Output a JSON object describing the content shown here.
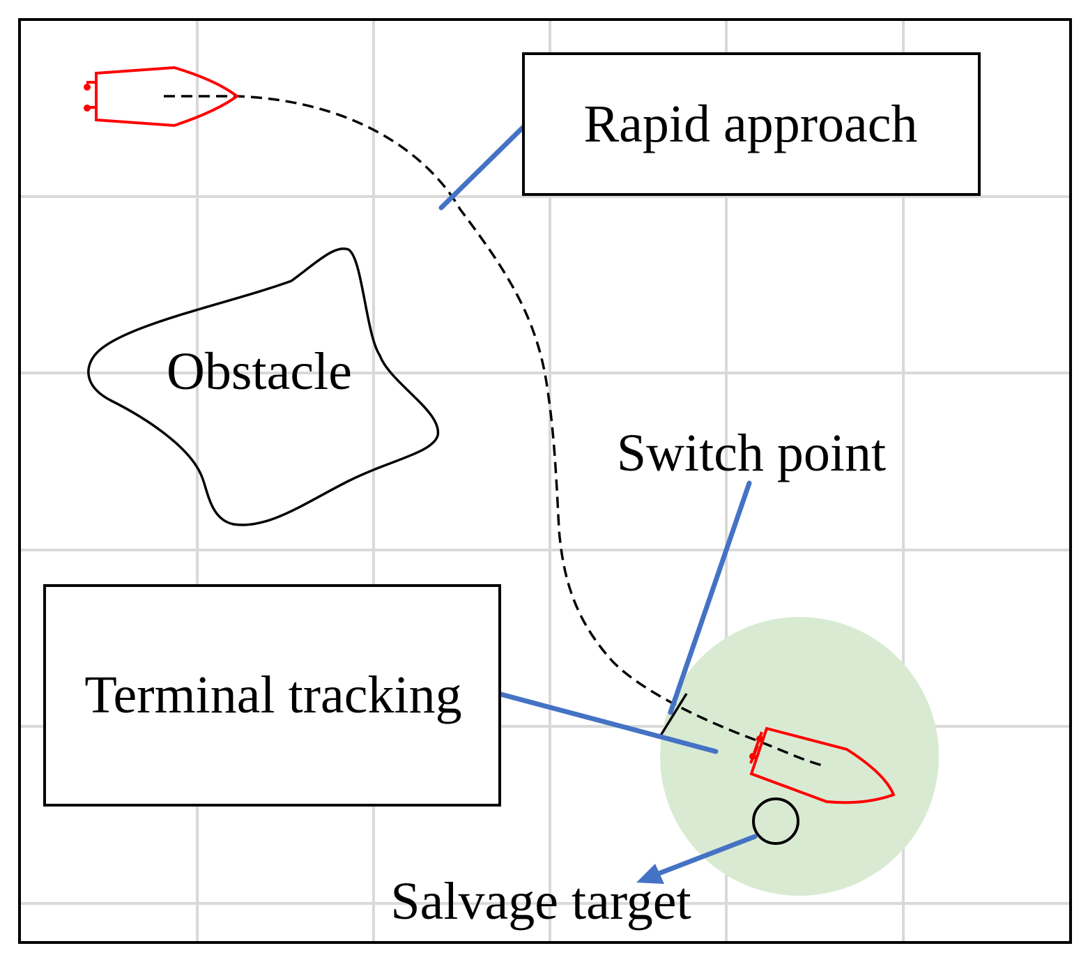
{
  "labels": {
    "rapid_approach": "Rapid approach",
    "obstacle": "Obstacle",
    "switch_point": "Switch point",
    "terminal_tracking": "Terminal tracking",
    "salvage_target": "Salvage target"
  },
  "colors": {
    "frame": "#000000",
    "grid": "#d9d9d9",
    "vessel": "#ff0000",
    "leader": "#4472c4",
    "path": "#000000",
    "capture_zone": "#d9ead3"
  },
  "icons": {
    "vessel_start": "boat-icon",
    "vessel_end": "boat-icon",
    "target": "circle-target-icon"
  }
}
